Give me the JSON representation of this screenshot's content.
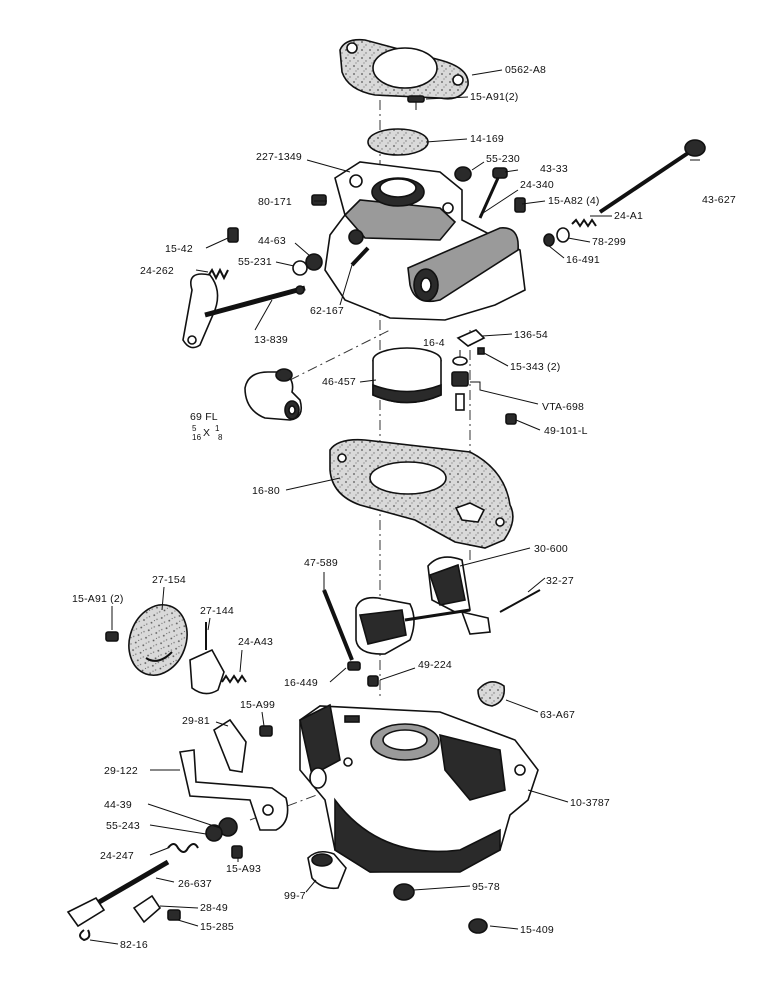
{
  "labels": {
    "l_0562_a8": "0562-A8",
    "l_15_a91_top": "15-A91(2)",
    "l_14_169": "14-169",
    "l_227_1349": "227-1349",
    "l_55_230": "55-230",
    "l_43_33": "43-33",
    "l_80_171": "80-171",
    "l_24_340": "24-340",
    "l_15_a82": "15-A82 (4)",
    "l_43_627": "43-627",
    "l_24_a1": "24-A1",
    "l_78_299": "78-299",
    "l_16_491": "16-491",
    "l_15_42": "15-42",
    "l_44_63": "44-63",
    "l_24_262": "24-262",
    "l_55_231": "55-231",
    "l_62_167": "62-167",
    "l_13_839": "13-839",
    "l_136_54": "136-54",
    "l_16_4": "16-4",
    "l_15_343": "15-343 (2)",
    "l_46_457": "46-457",
    "l_vta_698": "VTA-698",
    "l_69fl_a": "69 FL",
    "l_69fl_b": "5",
    "l_69fl_c": "16",
    "l_69fl_d": "X",
    "l_69fl_e": "1",
    "l_69fl_f": "8",
    "l_49_101_l": "49-101-L",
    "l_16_80": "16-80",
    "l_30_600": "30-600",
    "l_47_589": "47-589",
    "l_32_27": "32-27",
    "l_15_a91_left": "15-A91 (2)",
    "l_27_154": "27-154",
    "l_27_144": "27-144",
    "l_24_a43": "24-A43",
    "l_16_449": "16-449",
    "l_49_224": "49-224",
    "l_63_a67": "63-A67",
    "l_15_a99": "15-A99",
    "l_29_81": "29-81",
    "l_29_122": "29-122",
    "l_10_3787": "10-3787",
    "l_44_39": "44-39",
    "l_55_243": "55-243",
    "l_15_a93": "15-A93",
    "l_24_247": "24-247",
    "l_26_637": "26-637",
    "l_99_7": "99-7",
    "l_95_78": "95-78",
    "l_28_49": "28-49",
    "l_15_285": "15-285",
    "l_15_409": "15-409",
    "l_82_16": "82-16"
  }
}
